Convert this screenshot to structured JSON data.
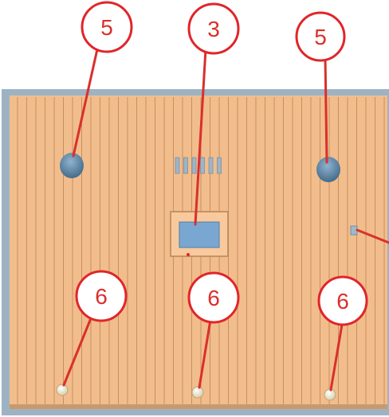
{
  "callouts": [
    {
      "id": "top-left",
      "label": "5"
    },
    {
      "id": "top-center",
      "label": "3"
    },
    {
      "id": "top-right",
      "label": "5"
    },
    {
      "id": "bottom-left",
      "label": "6"
    },
    {
      "id": "bottom-center",
      "label": "6"
    },
    {
      "id": "bottom-right",
      "label": "6"
    }
  ],
  "colors": {
    "panel_fill": "#f2bd8c",
    "panel_edge": "#8fa6b8",
    "groove": "#c98f5e",
    "callout_ring": "#e0262a",
    "leader_line": "#d9302c",
    "boss": "#5f87a6",
    "window": "#7aa7d1",
    "foot": "#f4ecd6"
  }
}
